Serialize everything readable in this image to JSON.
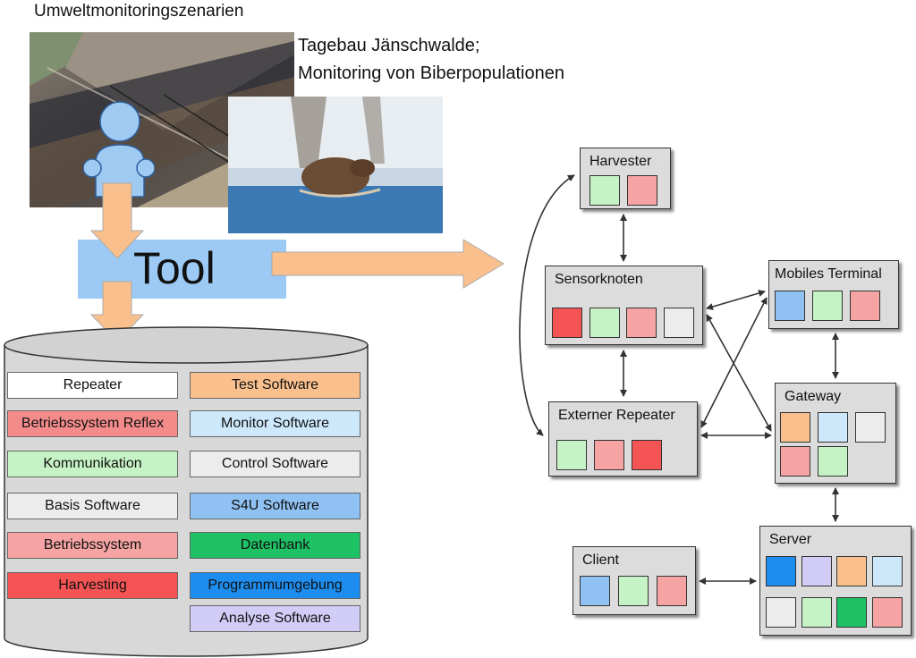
{
  "header": {
    "title": "Umweltmonitoringszenarien",
    "scenario_line1": "Tagebau Jänschwalde;",
    "scenario_line2": "Monitoring von Biberpopulationen"
  },
  "tool": {
    "label": "Tool"
  },
  "colors": {
    "white": "#ffffff",
    "peach": "#f9c08e",
    "salmon": "#f48b8b",
    "lightblue": "#cde8fb",
    "lightgreen": "#c6f3c6",
    "lightgray": "#ececec",
    "blue": "#8fc1f3",
    "pink": "#f5a3a3",
    "green": "#1fc165",
    "red": "#f45454",
    "deepblue": "#1d8df0",
    "lavender": "#d2cdf6",
    "toolblue": "#9ccaf4",
    "arrow": "#f9c08e"
  },
  "legend": [
    {
      "label": "Repeater",
      "color": "white"
    },
    {
      "label": "Test Software",
      "color": "peach"
    },
    {
      "label": "Betriebssystem Reflex",
      "color": "salmon"
    },
    {
      "label": "Monitor Software",
      "color": "lightblue"
    },
    {
      "label": "Kommunikation",
      "color": "lightgreen"
    },
    {
      "label": "Control Software",
      "color": "lightgray"
    },
    {
      "label": "Basis Software",
      "color": "lightgray"
    },
    {
      "label": "S4U Software",
      "color": "blue"
    },
    {
      "label": "Betriebssystem",
      "color": "pink"
    },
    {
      "label": "Datenbank",
      "color": "green"
    },
    {
      "label": "Harvesting",
      "color": "red"
    },
    {
      "label": "Programmumgebung",
      "color": "deepblue"
    },
    {
      "label": "Analyse Software",
      "color": "lavender"
    }
  ],
  "nodes": [
    {
      "id": "harvester",
      "label": "Harvester",
      "components": [
        "lightgreen",
        "pink"
      ]
    },
    {
      "id": "sensorknoten",
      "label": "Sensorknoten",
      "components": [
        "red",
        "lightgreen",
        "pink",
        "lightgray"
      ]
    },
    {
      "id": "mobiles",
      "label": "Mobiles Terminal",
      "components": [
        "blue",
        "lightgreen",
        "pink"
      ]
    },
    {
      "id": "gateway",
      "label": "Gateway",
      "components": [
        "peach",
        "lightblue",
        "lightgray",
        "pink",
        "lightgreen"
      ]
    },
    {
      "id": "repeater",
      "label": "Externer Repeater",
      "components": [
        "lightgreen",
        "pink",
        "red"
      ]
    },
    {
      "id": "client",
      "label": "Client",
      "components": [
        "blue",
        "lightgreen",
        "pink"
      ]
    },
    {
      "id": "server",
      "label": "Server",
      "components": [
        "deepblue",
        "lavender",
        "peach",
        "lightblue",
        "lightgray",
        "lightgreen",
        "green",
        "pink"
      ]
    }
  ]
}
